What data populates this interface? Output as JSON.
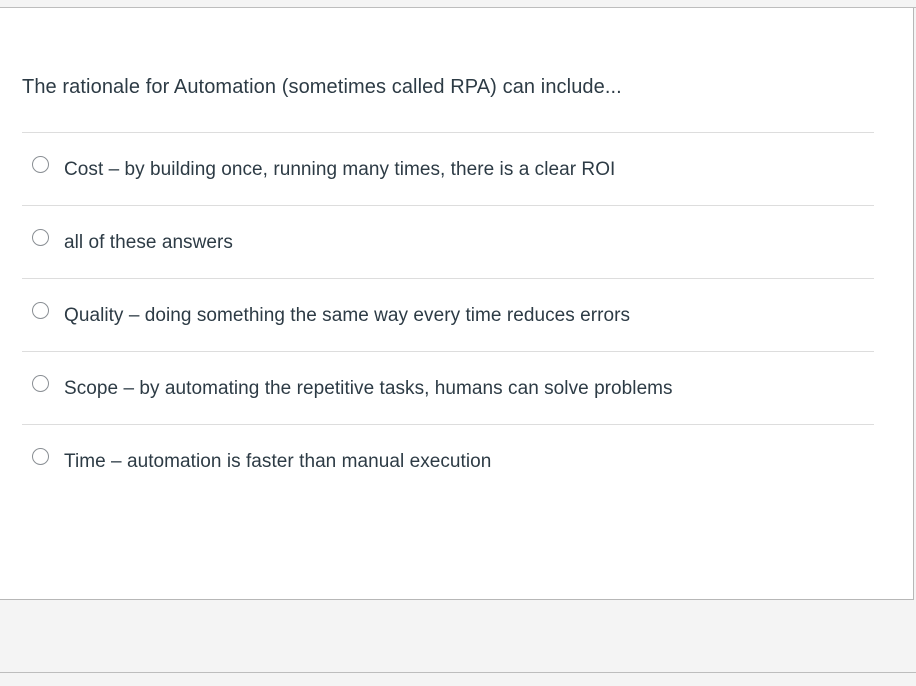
{
  "question": {
    "prompt": "The rationale for Automation (sometimes called RPA) can include...",
    "type": "multiple-choice-single-select"
  },
  "answers": [
    {
      "id": "a",
      "label": "Cost – by building once, running many times, there is a clear ROI",
      "selected": false
    },
    {
      "id": "b",
      "label": "all of these answers",
      "selected": false
    },
    {
      "id": "c",
      "label": "Quality – doing something the same way every time reduces errors",
      "selected": false
    },
    {
      "id": "d",
      "label": "Scope – by automating the repetitive tasks, humans can solve problems",
      "selected": false
    },
    {
      "id": "e",
      "label": "Time – automation is faster than manual execution",
      "selected": false
    }
  ],
  "colors": {
    "text": "#2d3b45",
    "card_background": "#ffffff",
    "page_background": "#f4f4f4",
    "separator": "#dddddd",
    "card_border": "#b7b7b7",
    "radio_border": "#8a8f94"
  }
}
